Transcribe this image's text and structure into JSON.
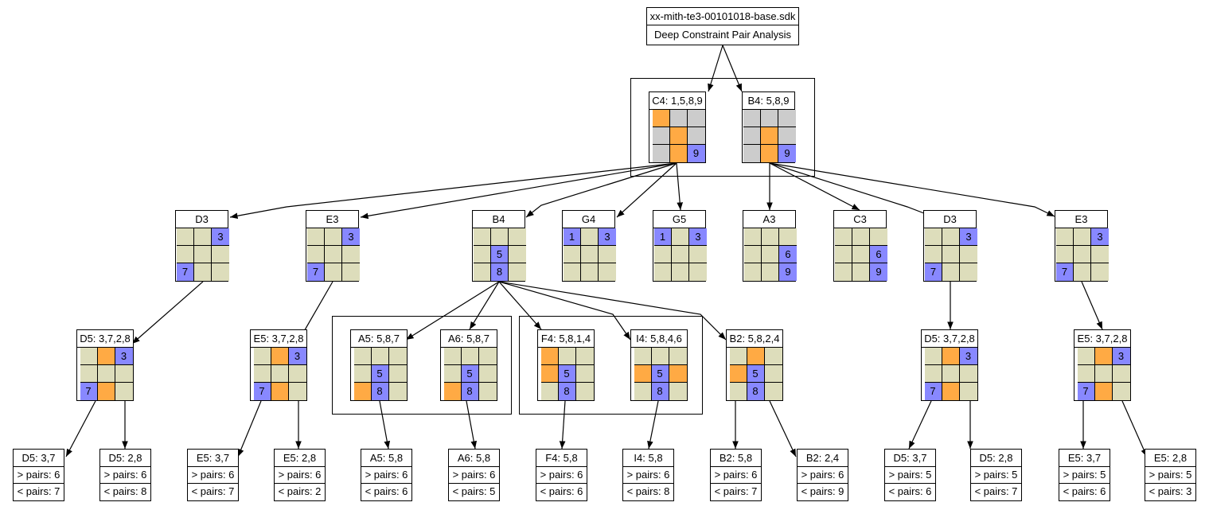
{
  "colors": {
    "bg": "#ffffff",
    "grey": "#cccccc",
    "khaki": "#ddddbb",
    "orange": "#ffaa44",
    "blue": "#8888ff",
    "line": "#000000"
  },
  "header": {
    "line1": "xx-mith-te3-00101018-base.sdk",
    "line2": "Deep Constraint Pair Analysis"
  },
  "nodes": [
    {
      "id": "c4",
      "title": "C4: 1,5,8,9",
      "palette": "grey",
      "cells": [
        [
          "o",
          ""
        ],
        [
          "",
          ""
        ],
        [
          "",
          ""
        ],
        [
          "",
          ""
        ],
        [
          "o",
          ""
        ],
        [
          "",
          ""
        ],
        [
          "",
          ""
        ],
        [
          "o",
          ""
        ],
        [
          "b",
          "9"
        ]
      ]
    },
    {
      "id": "b4top",
      "title": "B4: 5,8,9",
      "palette": "grey",
      "cells": [
        [
          "",
          ""
        ],
        [
          "",
          ""
        ],
        [
          "",
          ""
        ],
        [
          "",
          ""
        ],
        [
          "o",
          ""
        ],
        [
          "",
          ""
        ],
        [
          "",
          ""
        ],
        [
          "o",
          ""
        ],
        [
          "b",
          "9"
        ]
      ]
    },
    {
      "id": "d3a",
      "title": "D3",
      "palette": "khaki",
      "cells": [
        [
          "",
          ""
        ],
        [
          "",
          ""
        ],
        [
          "b",
          "3"
        ],
        [
          "",
          ""
        ],
        [
          "",
          ""
        ],
        [
          "",
          ""
        ],
        [
          "b",
          "7"
        ],
        [
          "",
          ""
        ],
        [
          "",
          ""
        ]
      ]
    },
    {
      "id": "e3a",
      "title": "E3",
      "palette": "khaki",
      "cells": [
        [
          "",
          ""
        ],
        [
          "",
          ""
        ],
        [
          "b",
          "3"
        ],
        [
          "",
          ""
        ],
        [
          "",
          ""
        ],
        [
          "",
          ""
        ],
        [
          "b",
          "7"
        ],
        [
          "",
          ""
        ],
        [
          "",
          ""
        ]
      ]
    },
    {
      "id": "b4mid",
      "title": "B4",
      "palette": "khaki",
      "cells": [
        [
          "",
          ""
        ],
        [
          "",
          ""
        ],
        [
          "",
          ""
        ],
        [
          "",
          ""
        ],
        [
          "b",
          "5"
        ],
        [
          "",
          ""
        ],
        [
          "",
          ""
        ],
        [
          "b",
          "8"
        ],
        [
          "",
          ""
        ]
      ]
    },
    {
      "id": "g4",
      "title": "G4",
      "palette": "khaki",
      "cells": [
        [
          "b",
          "1"
        ],
        [
          "",
          ""
        ],
        [
          "b",
          "3"
        ],
        [
          "",
          ""
        ],
        [
          "",
          ""
        ],
        [
          "",
          ""
        ],
        [
          "",
          ""
        ],
        [
          "",
          ""
        ],
        [
          "",
          ""
        ]
      ]
    },
    {
      "id": "g5",
      "title": "G5",
      "palette": "khaki",
      "cells": [
        [
          "b",
          "1"
        ],
        [
          "",
          ""
        ],
        [
          "b",
          "3"
        ],
        [
          "",
          ""
        ],
        [
          "",
          ""
        ],
        [
          "",
          ""
        ],
        [
          "",
          ""
        ],
        [
          "",
          ""
        ],
        [
          "",
          ""
        ]
      ]
    },
    {
      "id": "a3",
      "title": "A3",
      "palette": "khaki",
      "cells": [
        [
          "",
          ""
        ],
        [
          "",
          ""
        ],
        [
          "",
          ""
        ],
        [
          "",
          ""
        ],
        [
          "",
          ""
        ],
        [
          "b",
          "6"
        ],
        [
          "",
          ""
        ],
        [
          "",
          ""
        ],
        [
          "b",
          "9"
        ]
      ]
    },
    {
      "id": "c3",
      "title": "C3",
      "palette": "khaki",
      "cells": [
        [
          "",
          ""
        ],
        [
          "",
          ""
        ],
        [
          "",
          ""
        ],
        [
          "",
          ""
        ],
        [
          "",
          ""
        ],
        [
          "b",
          "6"
        ],
        [
          "",
          ""
        ],
        [
          "",
          ""
        ],
        [
          "b",
          "9"
        ]
      ]
    },
    {
      "id": "d3b",
      "title": "D3",
      "palette": "khaki",
      "cells": [
        [
          "",
          ""
        ],
        [
          "",
          ""
        ],
        [
          "b",
          "3"
        ],
        [
          "",
          ""
        ],
        [
          "",
          ""
        ],
        [
          "",
          ""
        ],
        [
          "b",
          "7"
        ],
        [
          "",
          ""
        ],
        [
          "",
          ""
        ]
      ]
    },
    {
      "id": "e3b",
      "title": "E3",
      "palette": "khaki",
      "cells": [
        [
          "",
          ""
        ],
        [
          "",
          ""
        ],
        [
          "b",
          "3"
        ],
        [
          "",
          ""
        ],
        [
          "",
          ""
        ],
        [
          "",
          ""
        ],
        [
          "b",
          "7"
        ],
        [
          "",
          ""
        ],
        [
          "",
          ""
        ]
      ]
    },
    {
      "id": "d5a",
      "title": "D5: 3,7,2,8",
      "palette": "khaki",
      "cells": [
        [
          "",
          ""
        ],
        [
          "o",
          ""
        ],
        [
          "b",
          "3"
        ],
        [
          "",
          ""
        ],
        [
          "",
          ""
        ],
        [
          "",
          ""
        ],
        [
          "b",
          "7"
        ],
        [
          "o",
          ""
        ],
        [
          "",
          ""
        ]
      ]
    },
    {
      "id": "e5a",
      "title": "E5: 3,7,2,8",
      "palette": "khaki",
      "cells": [
        [
          "",
          ""
        ],
        [
          "o",
          ""
        ],
        [
          "b",
          "3"
        ],
        [
          "",
          ""
        ],
        [
          "",
          ""
        ],
        [
          "",
          ""
        ],
        [
          "b",
          "7"
        ],
        [
          "o",
          ""
        ],
        [
          "",
          ""
        ]
      ]
    },
    {
      "id": "a5",
      "title": "A5: 5,8,7",
      "palette": "khaki",
      "cells": [
        [
          "",
          ""
        ],
        [
          "",
          ""
        ],
        [
          "",
          ""
        ],
        [
          "",
          ""
        ],
        [
          "b",
          "5"
        ],
        [
          "",
          ""
        ],
        [
          "o",
          ""
        ],
        [
          "b",
          "8"
        ],
        [
          "",
          ""
        ]
      ]
    },
    {
      "id": "a6",
      "title": "A6: 5,8,7",
      "palette": "khaki",
      "cells": [
        [
          "",
          ""
        ],
        [
          "",
          ""
        ],
        [
          "",
          ""
        ],
        [
          "",
          ""
        ],
        [
          "b",
          "5"
        ],
        [
          "",
          ""
        ],
        [
          "o",
          ""
        ],
        [
          "b",
          "8"
        ],
        [
          "",
          ""
        ]
      ]
    },
    {
      "id": "f4",
      "title": "F4: 5,8,1,4",
      "palette": "khaki",
      "cells": [
        [
          "o",
          ""
        ],
        [
          "",
          ""
        ],
        [
          "",
          ""
        ],
        [
          "o",
          ""
        ],
        [
          "b",
          "5"
        ],
        [
          "",
          ""
        ],
        [
          "",
          ""
        ],
        [
          "b",
          "8"
        ],
        [
          "",
          ""
        ]
      ]
    },
    {
      "id": "i4",
      "title": "I4: 5,8,4,6",
      "palette": "khaki",
      "cells": [
        [
          "",
          ""
        ],
        [
          "",
          ""
        ],
        [
          "",
          ""
        ],
        [
          "o",
          ""
        ],
        [
          "b",
          "5"
        ],
        [
          "o",
          ""
        ],
        [
          "",
          ""
        ],
        [
          "b",
          "8"
        ],
        [
          "",
          ""
        ]
      ]
    },
    {
      "id": "b2",
      "title": "B2: 5,8,2,4",
      "palette": "khaki",
      "cells": [
        [
          "",
          ""
        ],
        [
          "o",
          ""
        ],
        [
          "",
          ""
        ],
        [
          "o",
          ""
        ],
        [
          "b",
          "5"
        ],
        [
          "",
          ""
        ],
        [
          "",
          ""
        ],
        [
          "b",
          "8"
        ],
        [
          "",
          ""
        ]
      ]
    },
    {
      "id": "d5b",
      "title": "D5: 3,7,2,8",
      "palette": "khaki",
      "cells": [
        [
          "",
          ""
        ],
        [
          "o",
          ""
        ],
        [
          "b",
          "3"
        ],
        [
          "",
          ""
        ],
        [
          "",
          ""
        ],
        [
          "",
          ""
        ],
        [
          "b",
          "7"
        ],
        [
          "o",
          ""
        ],
        [
          "",
          ""
        ]
      ]
    },
    {
      "id": "e5b",
      "title": "E5: 3,7,2,8",
      "palette": "khaki",
      "cells": [
        [
          "",
          ""
        ],
        [
          "o",
          ""
        ],
        [
          "b",
          "3"
        ],
        [
          "",
          ""
        ],
        [
          "",
          ""
        ],
        [
          "",
          ""
        ],
        [
          "b",
          "7"
        ],
        [
          "o",
          ""
        ],
        [
          "",
          ""
        ]
      ]
    }
  ],
  "leaves": [
    {
      "id": "l1",
      "title": "D5: 3,7",
      "gt": "> pairs: 6",
      "lt": "< pairs: 7"
    },
    {
      "id": "l2",
      "title": "D5: 2,8",
      "gt": "> pairs: 6",
      "lt": "< pairs: 8"
    },
    {
      "id": "l3",
      "title": "E5: 3,7",
      "gt": "> pairs: 6",
      "lt": "< pairs: 7"
    },
    {
      "id": "l4",
      "title": "E5: 2,8",
      "gt": "> pairs: 6",
      "lt": "< pairs: 2"
    },
    {
      "id": "l5",
      "title": "A5: 5,8",
      "gt": "> pairs: 6",
      "lt": "< pairs: 6"
    },
    {
      "id": "l6",
      "title": "A6: 5,8",
      "gt": "> pairs: 6",
      "lt": "< pairs: 5"
    },
    {
      "id": "l7",
      "title": "F4: 5,8",
      "gt": "> pairs: 6",
      "lt": "< pairs: 6"
    },
    {
      "id": "l8",
      "title": "I4: 5,8",
      "gt": "> pairs: 6",
      "lt": "< pairs: 8"
    },
    {
      "id": "l9",
      "title": "B2: 5,8",
      "gt": "> pairs: 6",
      "lt": "< pairs: 7"
    },
    {
      "id": "l10",
      "title": "B2: 2,4",
      "gt": "> pairs: 6",
      "lt": "< pairs: 9"
    },
    {
      "id": "l11",
      "title": "D5: 3,7",
      "gt": "> pairs: 5",
      "lt": "< pairs: 6"
    },
    {
      "id": "l12",
      "title": "D5: 2,8",
      "gt": "> pairs: 5",
      "lt": "< pairs: 7"
    },
    {
      "id": "l13",
      "title": "E5: 3,7",
      "gt": "> pairs: 5",
      "lt": "< pairs: 6"
    },
    {
      "id": "l14",
      "title": "E5: 2,8",
      "gt": "> pairs: 5",
      "lt": "< pairs: 3"
    }
  ]
}
